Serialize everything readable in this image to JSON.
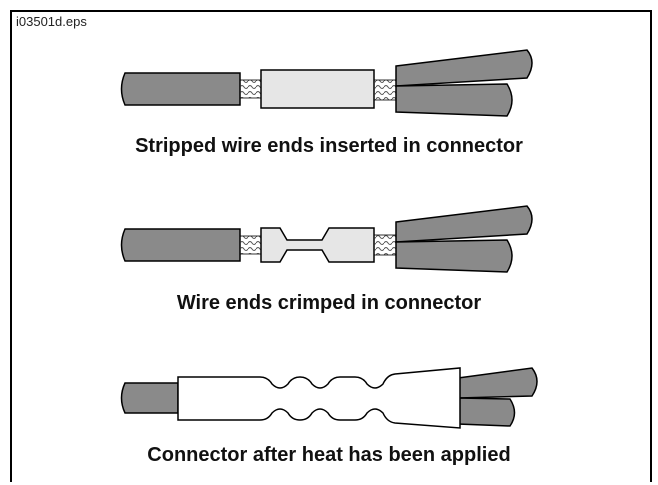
{
  "figure_id": "i03501d.eps",
  "panels": [
    {
      "caption": "Stripped wire ends inserted in connector"
    },
    {
      "caption": "Wire ends crimped in connector"
    },
    {
      "caption": "Connector after heat has been applied"
    }
  ],
  "colors": {
    "wire_insulation": "#8a8a8a",
    "connector_sleeve": "#e6e6e6",
    "heat_shrink": "#ffffff",
    "outline": "#000000"
  }
}
